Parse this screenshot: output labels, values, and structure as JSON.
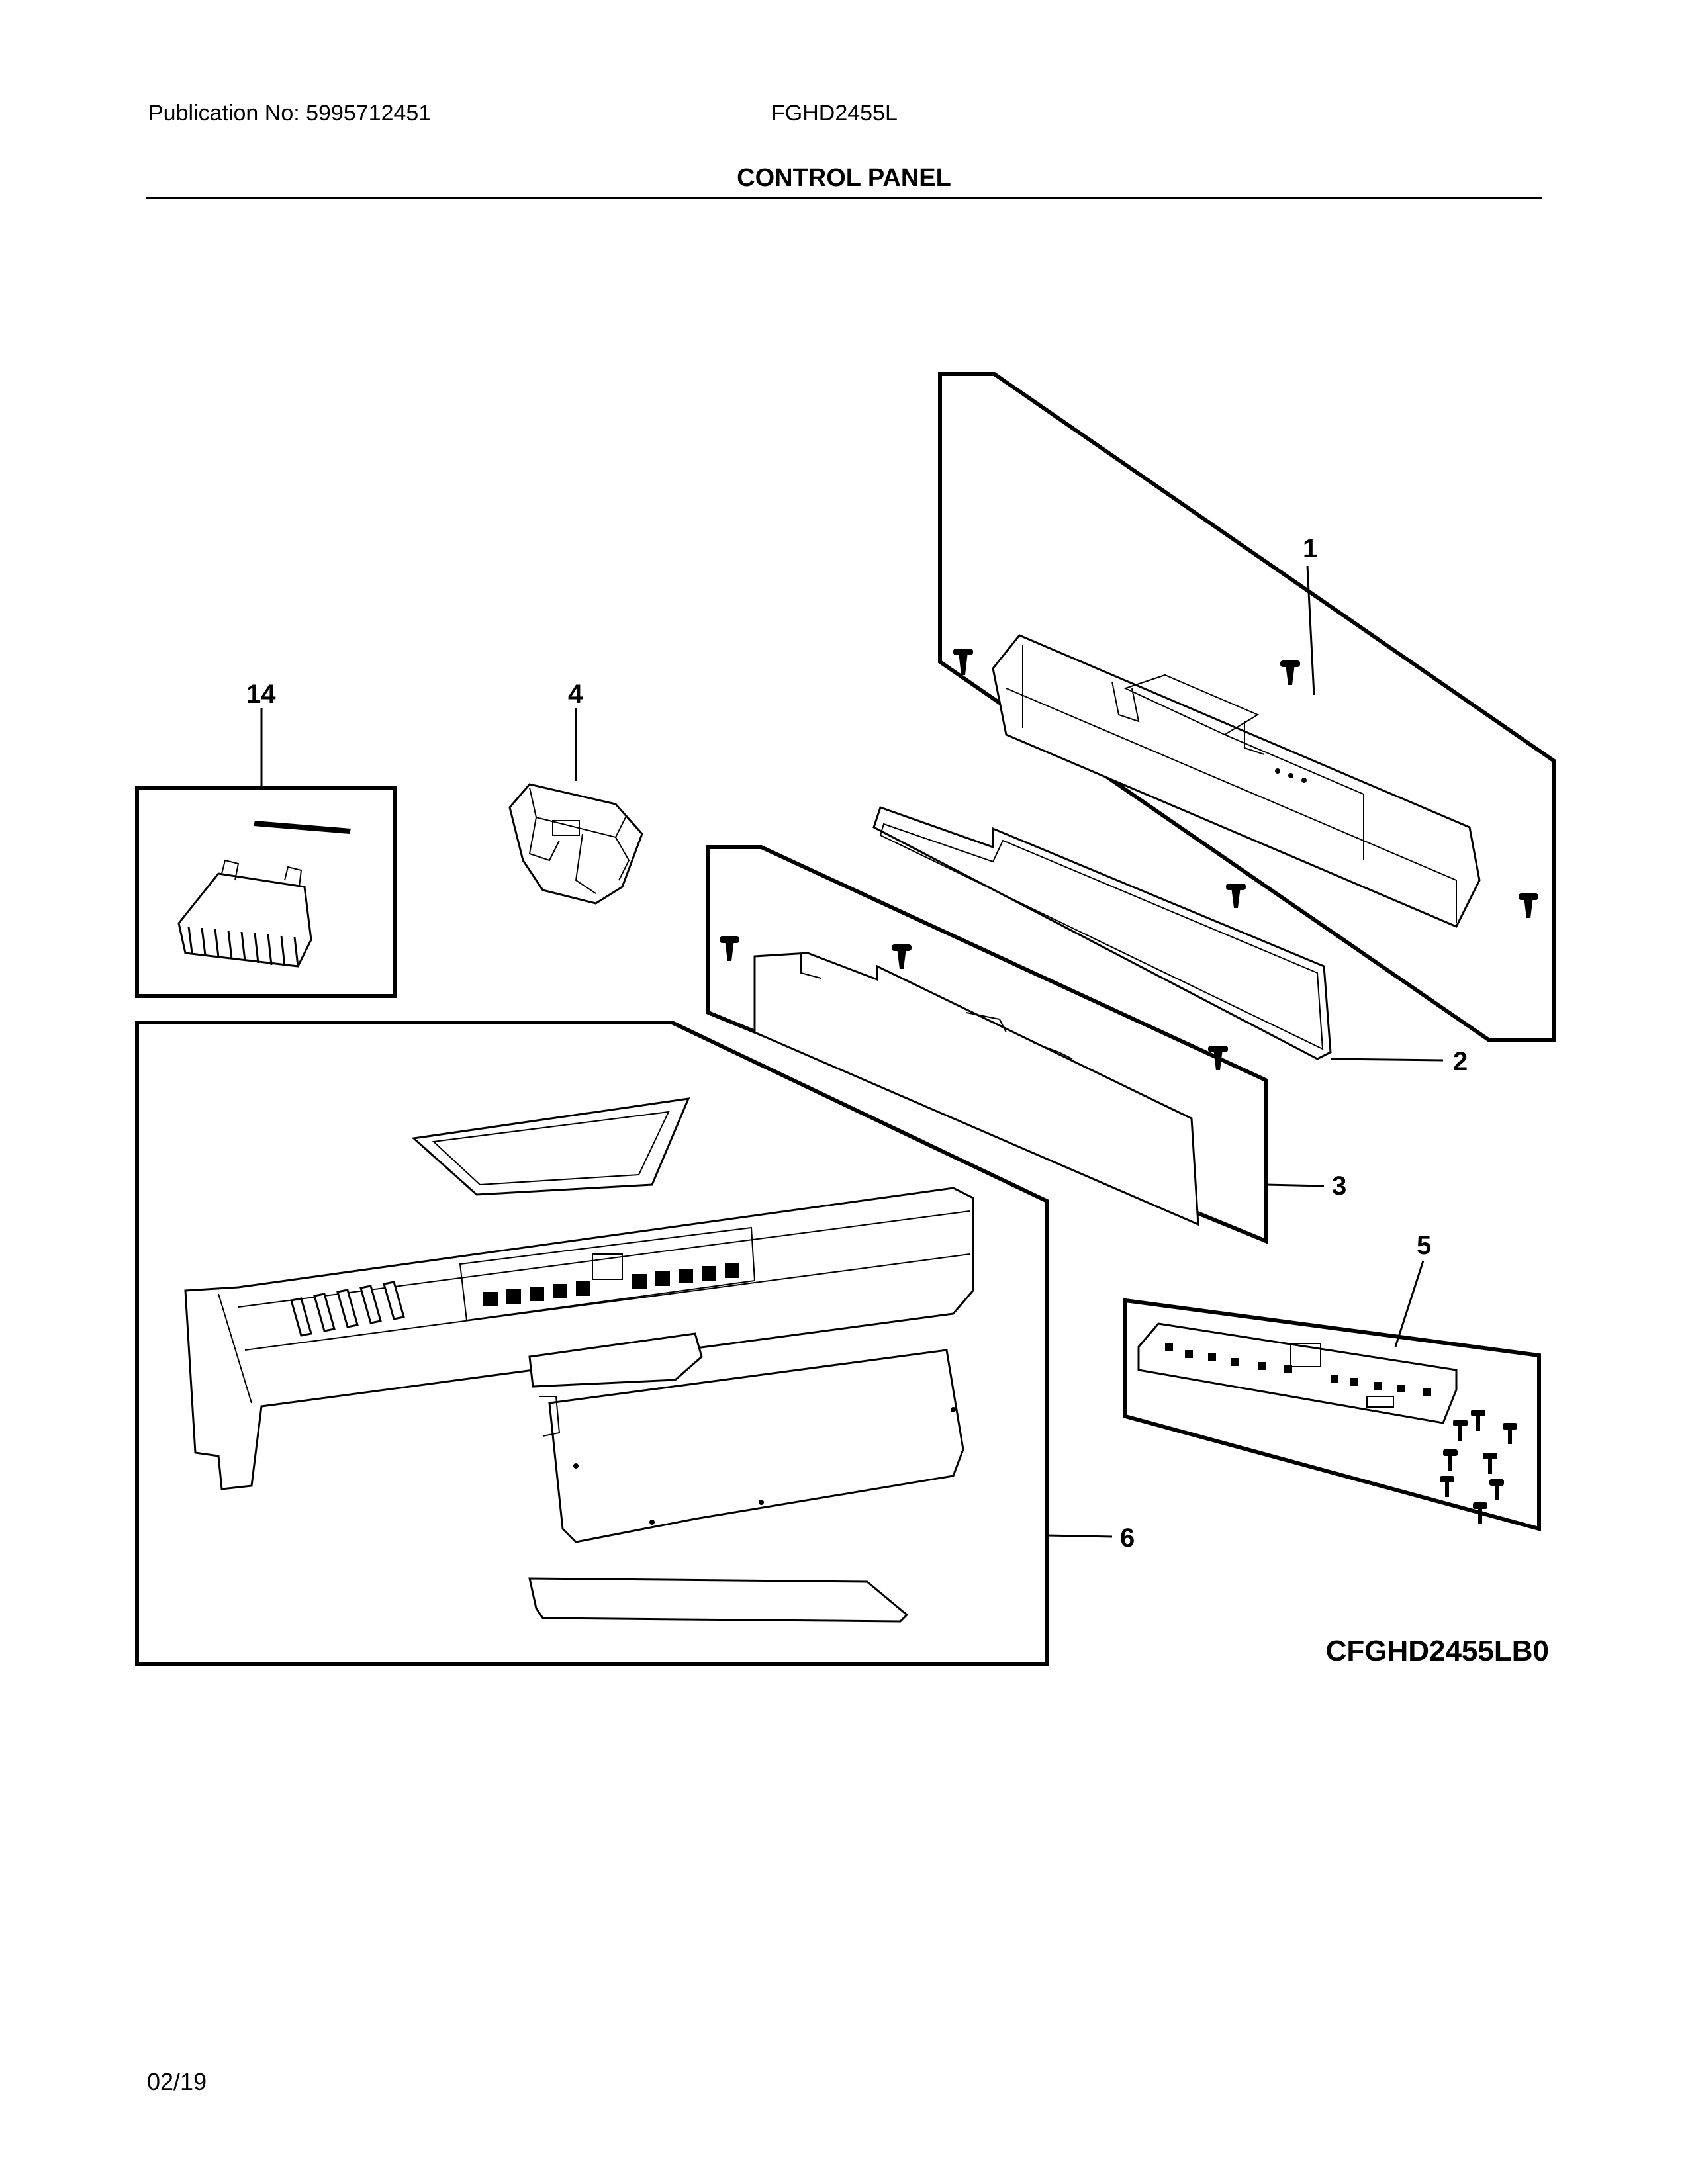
{
  "header": {
    "publication": "Publication No: 5995712451",
    "model": "FGHD2455L",
    "section_title": "CONTROL PANEL"
  },
  "callouts": {
    "c1": "1",
    "c2": "2",
    "c3": "3",
    "c4": "4",
    "c5": "5",
    "c6": "6",
    "c14": "14"
  },
  "diagram_code": "CFGHD2455LB0",
  "footer": {
    "date": "02/19"
  }
}
